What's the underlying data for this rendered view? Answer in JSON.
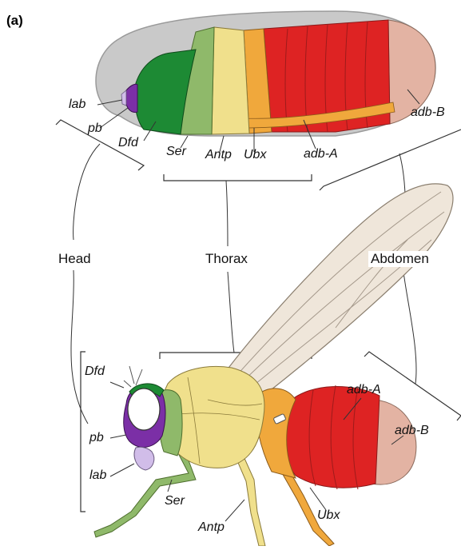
{
  "panel_label": "(a)",
  "colors": {
    "lab": "#d1bde9",
    "pb": "#7b2fa6",
    "Dfd": "#1d8a34",
    "Ser": "#8fb96a",
    "Antp": "#f0e08c",
    "Ubx": "#f0a83c",
    "adb-A": "#de2323",
    "adb-B": "#e3b3a3",
    "head_unlabeled": "#c9c9c9"
  },
  "embryo": {
    "labels": {
      "lab": "lab",
      "pb": "pb",
      "Dfd": "Dfd",
      "Ser": "Ser",
      "Antp": "Antp",
      "Ubx": "Ubx",
      "adbA": "adb-A",
      "adbB": "adb-B"
    }
  },
  "regions": {
    "head": "Head",
    "thorax": "Thorax",
    "abdomen": "Abdomen"
  },
  "fly": {
    "labels": {
      "Dfd": "Dfd",
      "pb": "pb",
      "lab": "lab",
      "Ser": "Ser",
      "Antp": "Antp",
      "Ubx": "Ubx",
      "adbA": "adb-A",
      "adbB": "adb-B"
    }
  }
}
